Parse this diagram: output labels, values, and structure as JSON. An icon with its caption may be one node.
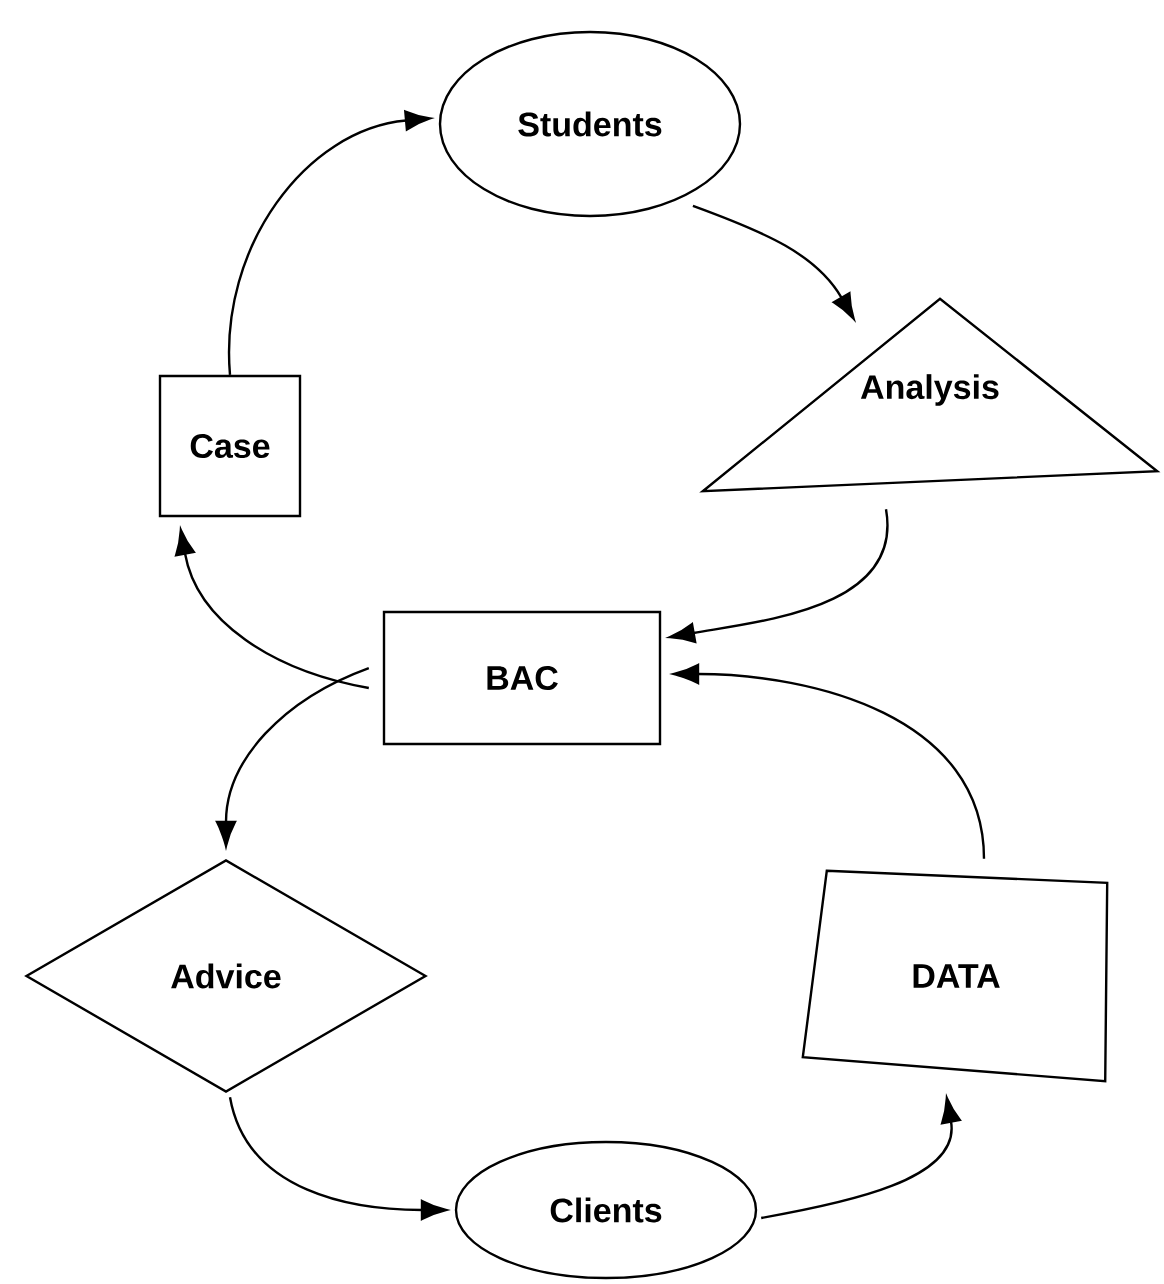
{
  "diagram": {
    "nodes": [
      {
        "text": [
          "Students"
        ]
      },
      {
        "text": [
          "Analysis"
        ]
      },
      {
        "text": [
          "Case"
        ]
      },
      {
        "text": [
          "BAC"
        ]
      },
      {
        "text": [
          "Advice"
        ]
      },
      {
        "text": [
          "DATA"
        ]
      },
      {
        "text": [
          "Clients"
        ]
      }
    ],
    "edges": [
      {
        "from": 2,
        "to": 0,
        "arrow": "to"
      },
      {
        "from": 0,
        "to": 1,
        "arrow": "to"
      },
      {
        "from": 1,
        "to": 3,
        "arrow": "to"
      },
      {
        "from": 3,
        "to": 2,
        "arrow": "to"
      },
      {
        "from": 3,
        "to": 4,
        "arrow": "to"
      },
      {
        "from": 4,
        "to": 6,
        "arrow": "to"
      },
      {
        "from": 6,
        "to": 5,
        "arrow": "to"
      },
      {
        "from": 5,
        "to": 3,
        "arrow": "to"
      }
    ]
  }
}
